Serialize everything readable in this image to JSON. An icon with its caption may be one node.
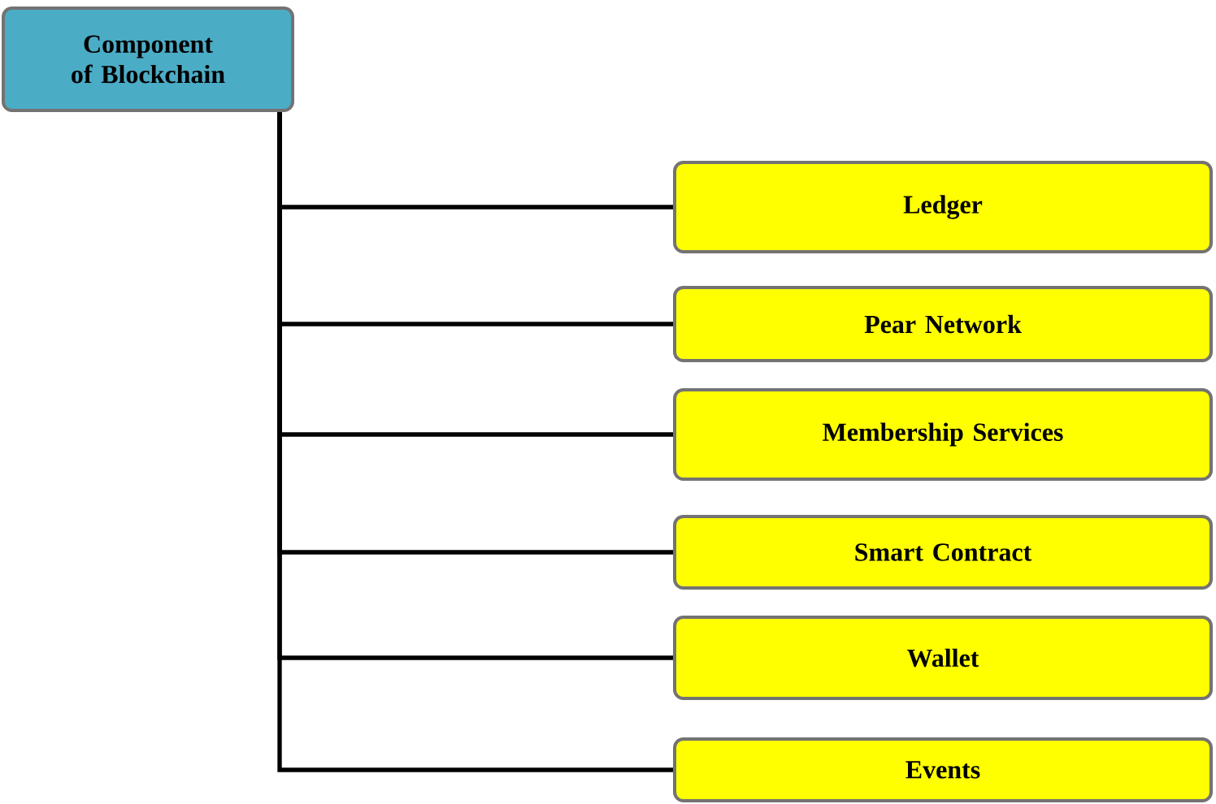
{
  "diagram": {
    "nodes": [
      {
        "text": [
          "Component of Blockchain"
        ]
      },
      {
        "text": [
          "Ledger"
        ]
      },
      {
        "text": [
          "Pear Network"
        ]
      },
      {
        "text": [
          "Membership Services"
        ]
      },
      {
        "text": [
          "Smart Contract"
        ]
      },
      {
        "text": [
          "Wallet"
        ]
      },
      {
        "text": [
          "Events"
        ]
      }
    ],
    "edges": [
      {
        "from": 0,
        "to": 1,
        "arrow": "none"
      },
      {
        "from": 0,
        "to": 2,
        "arrow": "none"
      },
      {
        "from": 0,
        "to": 3,
        "arrow": "none"
      },
      {
        "from": 0,
        "to": 4,
        "arrow": "none"
      },
      {
        "from": 0,
        "to": 5,
        "arrow": "none"
      },
      {
        "from": 0,
        "to": 6,
        "arrow": "none"
      }
    ]
  }
}
